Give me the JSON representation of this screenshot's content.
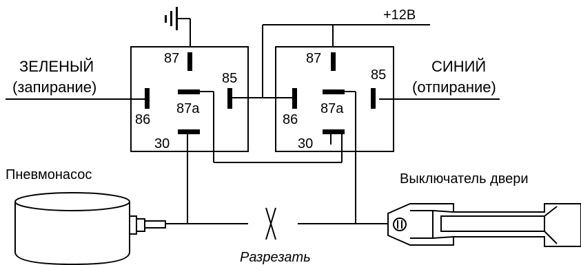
{
  "labels": {
    "power": "+12В",
    "left_wire": "ЗЕЛЕНЫЙ",
    "left_wire_sub": "(запирание)",
    "right_wire": "СИНИЙ",
    "right_wire_sub": "(отпирание)",
    "pump": "Пневмонасос",
    "door_switch": "Выключатель двери",
    "cut": "Разрезать"
  },
  "relay_left": {
    "p87": "87",
    "p85": "85",
    "p86": "86",
    "p87a": "87a",
    "p30": "30"
  },
  "relay_right": {
    "p87": "87",
    "p85": "85",
    "p86": "86",
    "p87a": "87a",
    "p30": "30"
  }
}
